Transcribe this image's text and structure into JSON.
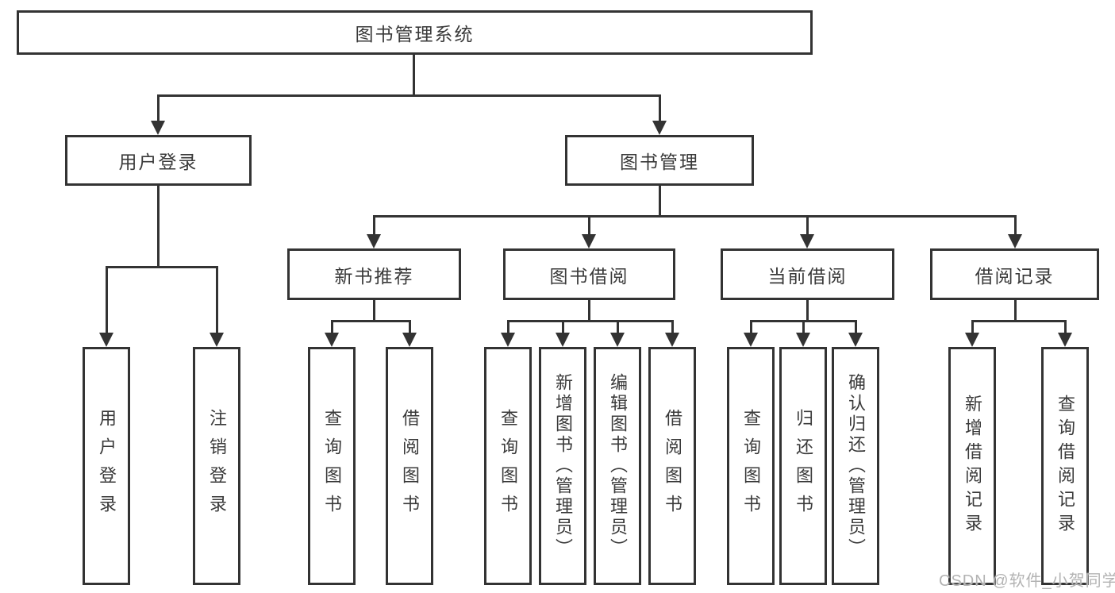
{
  "diagram": {
    "root": {
      "label": "图书管理系统"
    },
    "level1": [
      {
        "label": "用户登录"
      },
      {
        "label": "图书管理"
      }
    ],
    "level2": [
      {
        "label": "新书推荐"
      },
      {
        "label": "图书借阅"
      },
      {
        "label": "当前借阅"
      },
      {
        "label": "借阅记录"
      }
    ],
    "leaves": {
      "login": [
        "用户登录",
        "注销登录"
      ],
      "newbook": [
        "查询图书",
        "借阅图书"
      ],
      "borrow": [
        "查询图书",
        "新增图书（管理员）",
        "编辑图书（管理员）",
        "借阅图书"
      ],
      "current": [
        "查询图书",
        "归还图书",
        "确认归还（管理员）"
      ],
      "records": [
        "新增借阅记录",
        "查询借阅记录"
      ]
    }
  },
  "watermark": {
    "text": "CSDN @软件_小贺同学"
  },
  "colors": {
    "line": "#333333",
    "text": "#3a3a3a",
    "watermark": "#b3b3b3",
    "background": "#ffffff"
  }
}
